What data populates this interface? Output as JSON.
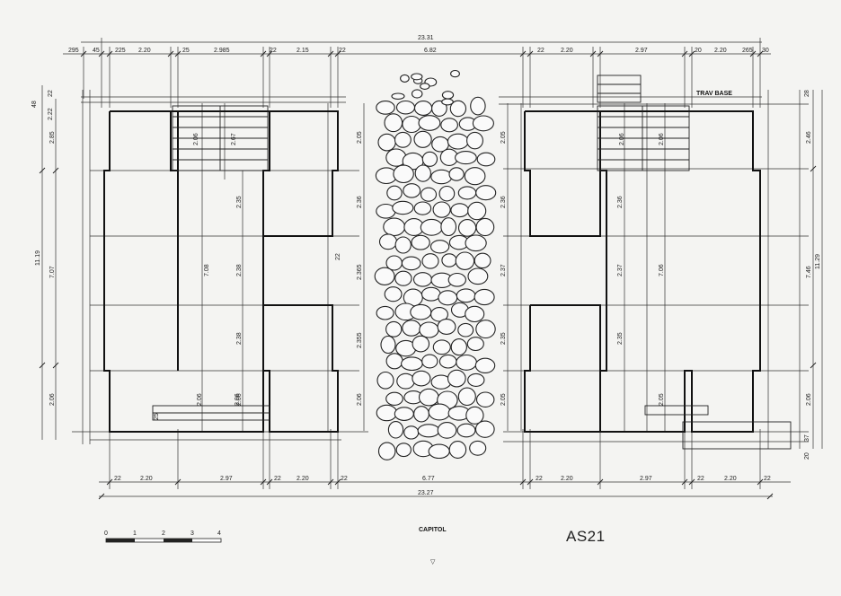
{
  "drawing": {
    "reference_code": "AS21",
    "title_label": "CAPITOL",
    "beam_label": "TRAV BASE",
    "scale_bar_ticks": [
      "0",
      "1",
      "2",
      "3",
      "4"
    ],
    "top_overall": "23.31",
    "bottom_overall": "23.27",
    "bottom_inner": "6.77",
    "left_overall_height": "11.19",
    "right_overall_height": "11.29",
    "top_row": [
      "295",
      "45",
      "225",
      "2.20",
      "25",
      "2.985",
      "22",
      "2.15",
      "22",
      "6.82",
      "22",
      "2.20",
      "2.97",
      "20",
      "2.20",
      "265",
      "30"
    ],
    "bottom_row_left": [
      "22",
      "2.20",
      "2.97",
      "22",
      "2.20",
      "22"
    ],
    "bottom_row_right": [
      "22",
      "2.20",
      "2.97",
      "22",
      "2.20",
      "22"
    ],
    "left_outer_vertical": [
      "2.85",
      "7.07",
      "2.06"
    ],
    "left_top_small": [
      "48",
      "2.22",
      "22"
    ],
    "left_inner_vertical": [
      "7.08",
      "2.35",
      "2.38",
      "2.38",
      "2.06"
    ],
    "left_stair_vertical": [
      "2.06",
      "2.67",
      "2.06",
      "2.06"
    ],
    "left_right_vertical": [
      "2.05",
      "2.36",
      "2.365",
      "2.355",
      "2.06"
    ],
    "left_small_marks": [
      "22",
      "25"
    ],
    "right_left_vertical": [
      "2.05",
      "2.36",
      "2.37",
      "2.35",
      "2.05"
    ],
    "right_inner_vertical": [
      "2.36",
      "2.37",
      "2.35",
      "7.06",
      "2.06",
      "2.06",
      "2.05"
    ],
    "right_outer_vertical": [
      "2.46",
      "7.46",
      "2.06"
    ],
    "right_top_small": [
      "28"
    ],
    "right_bottom_small": [
      "37",
      "20"
    ]
  }
}
